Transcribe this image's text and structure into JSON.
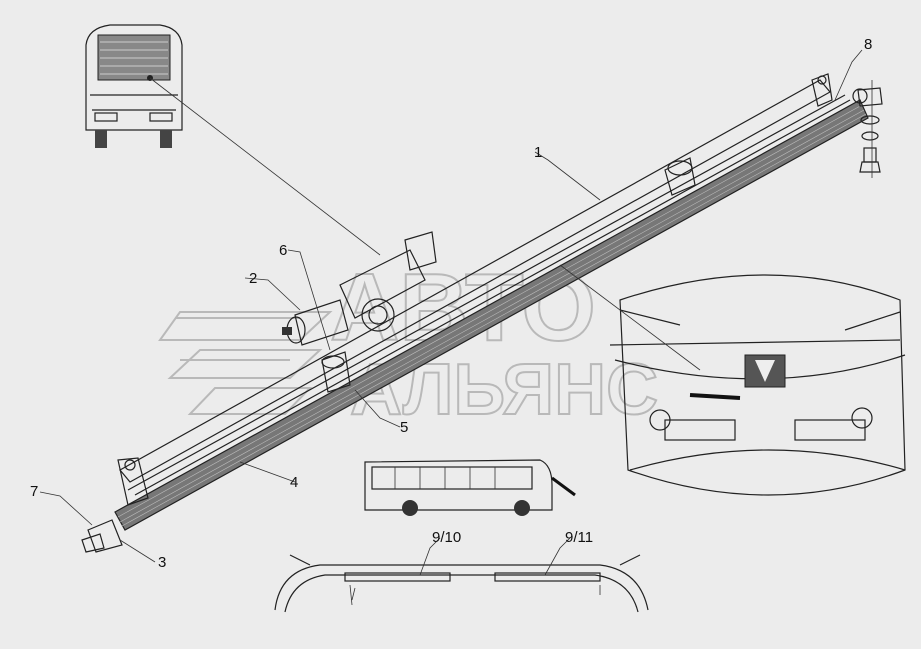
{
  "watermark": {
    "line1": "АВТО",
    "line2": "АЛЬЯНС"
  },
  "callouts": {
    "c1": "1",
    "c2": "2",
    "c3": "3",
    "c4": "4",
    "c5": "5",
    "c6": "6",
    "c7": "7",
    "c8": "8",
    "c9_10": "9/10",
    "c9_11": "9/11"
  }
}
